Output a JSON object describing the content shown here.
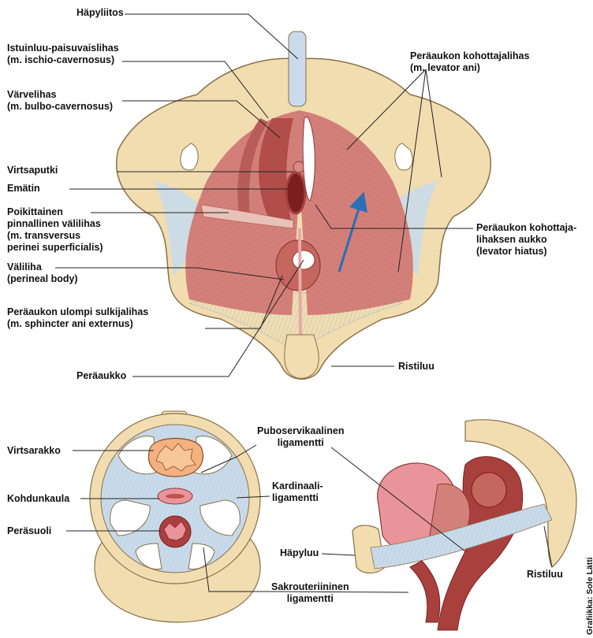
{
  "top_labels": {
    "hapyliitos": "Häpyliitos",
    "istuinluu_1": "Istuinluu-paisuvaislihas",
    "istuinluu_2": "(m. ischio-cavernosus)",
    "varvelihas_1": "Värvelihas",
    "varvelihas_2": "(m. bulbo-cavernosus)",
    "virtsaputki": "Virtsaputki",
    "ematin": "Emätin",
    "poikittainen_1": "Poikittainen",
    "poikittainen_2": "pinnallinen välilihas",
    "poikittainen_3": "(m. transversus",
    "poikittainen_4": "perinei superficialis)",
    "valiliha_1": "Väliliha",
    "valiliha_2": "(perineal body)",
    "ulompi_1": "Peräaukon ulompi sulkijalihas",
    "ulompi_2": "(m. sphincter ani externus)",
    "peraaukko": "Peräaukko",
    "kohottaja_1": "Peräaukon kohottajalihas",
    "kohottaja_2": "(m. levator ani)",
    "hiatus_1": "Peräaukon kohottaja-",
    "hiatus_2": "lihaksen aukko",
    "hiatus_3": "(levator hiatus)",
    "ristiluu": "Ristiluu"
  },
  "bottom_labels": {
    "virtsarakko": "Virtsarakko",
    "kohdunkaula": "Kohdunkaula",
    "perasuoli": "Peräsuoli",
    "puboservikaalinen_1": "Puboservikaalinen",
    "puboservikaalinen_2": "ligamentti",
    "kardinaali_1": "Kardinaali-",
    "kardinaali_2": "ligamentti",
    "hapyluu": "Häpyluu",
    "sakrouteriininen_1": "Sakrouteriininen",
    "sakrouteriininen_2": "ligamentti",
    "ristiluu": "Ristiluu"
  },
  "credit": "Grafiikka: Sole Lätti",
  "colors": {
    "bone": "#f1ddb0",
    "bone_stroke": "#8a7048",
    "muscle": "#d4807a",
    "muscle_dark": "#a8413e",
    "ligament": "#c9dbea",
    "organ_pink": "#e9949a",
    "bladder": "#f4b17f",
    "arrow": "#2a6fb8"
  },
  "icons": {
    "direction_arrow": "arrow-up-right-icon"
  }
}
